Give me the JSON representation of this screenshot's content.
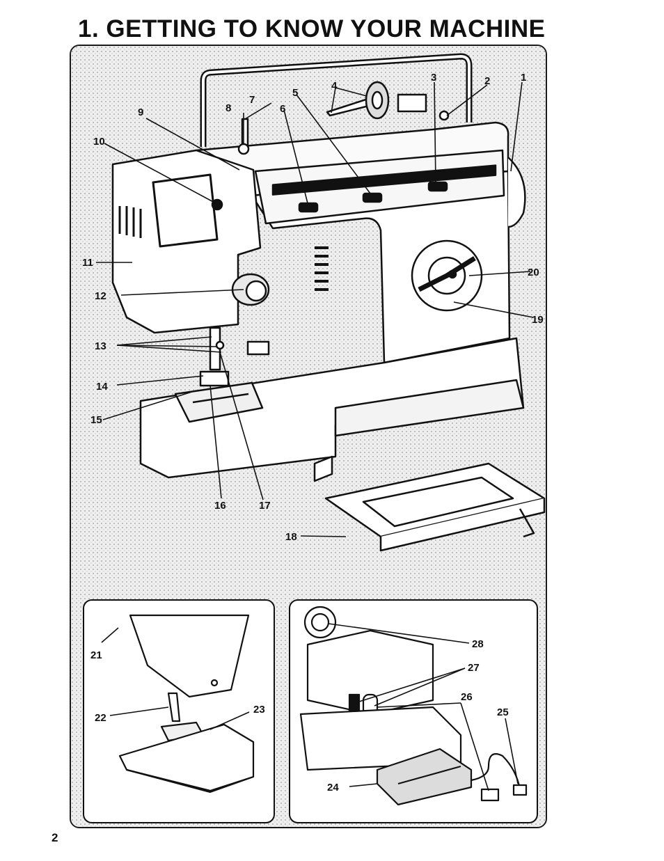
{
  "title": "1. GETTING TO KNOW YOUR MACHINE",
  "page_number": "2",
  "callouts": {
    "c1": "1",
    "c2": "2",
    "c3": "3",
    "c4": "4",
    "c5": "5",
    "c6": "6",
    "c7": "7",
    "c8": "8",
    "c9": "9",
    "c10": "10",
    "c11": "11",
    "c12": "12",
    "c13": "13",
    "c14": "14",
    "c15": "15",
    "c16": "16",
    "c17": "17",
    "c18": "18",
    "c19": "19",
    "c20": "20",
    "c21": "21",
    "c22": "22",
    "c23": "23",
    "c24": "24",
    "c25": "25",
    "c26": "26",
    "c27": "27",
    "c28": "28"
  },
  "colors": {
    "ink": "#111111",
    "paper": "#ffffff",
    "halftone": "#e6e6e6"
  }
}
